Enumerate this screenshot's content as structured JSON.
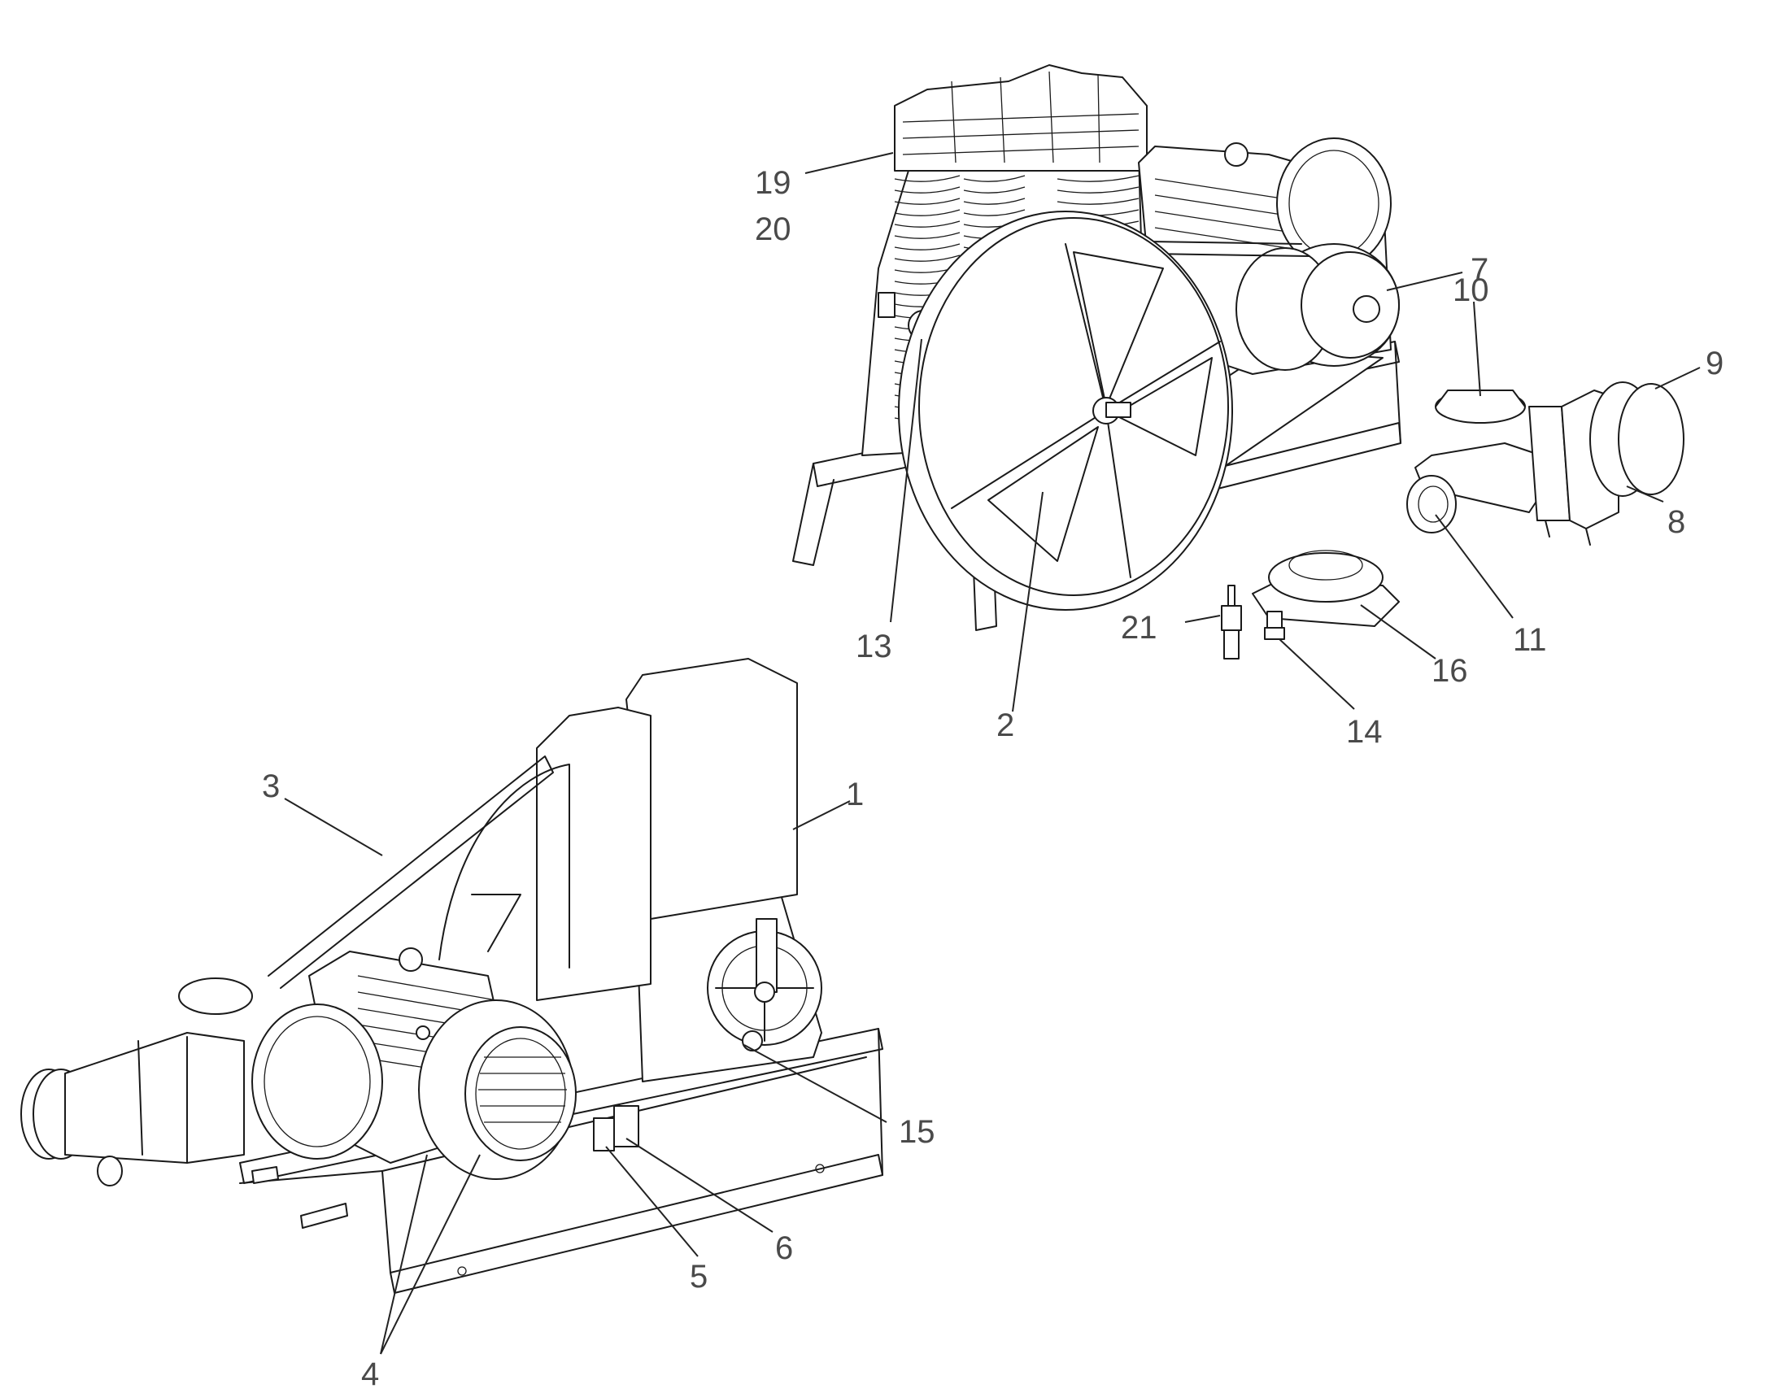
{
  "labels": [
    {
      "id": "1",
      "text": "1"
    },
    {
      "id": "2",
      "text": "2"
    },
    {
      "id": "3",
      "text": "3"
    },
    {
      "id": "4",
      "text": "4"
    },
    {
      "id": "5",
      "text": "5"
    },
    {
      "id": "6",
      "text": "6"
    },
    {
      "id": "7",
      "text": "7"
    },
    {
      "id": "8",
      "text": "8"
    },
    {
      "id": "9",
      "text": "9"
    },
    {
      "id": "10",
      "text": "10"
    },
    {
      "id": "11",
      "text": "11"
    },
    {
      "id": "13",
      "text": "13"
    },
    {
      "id": "14",
      "text": "14"
    },
    {
      "id": "15",
      "text": "15"
    },
    {
      "id": "16",
      "text": "16"
    },
    {
      "id": "19",
      "text": "19"
    },
    {
      "id": "20",
      "text": "20"
    },
    {
      "id": "21",
      "text": "21"
    }
  ]
}
